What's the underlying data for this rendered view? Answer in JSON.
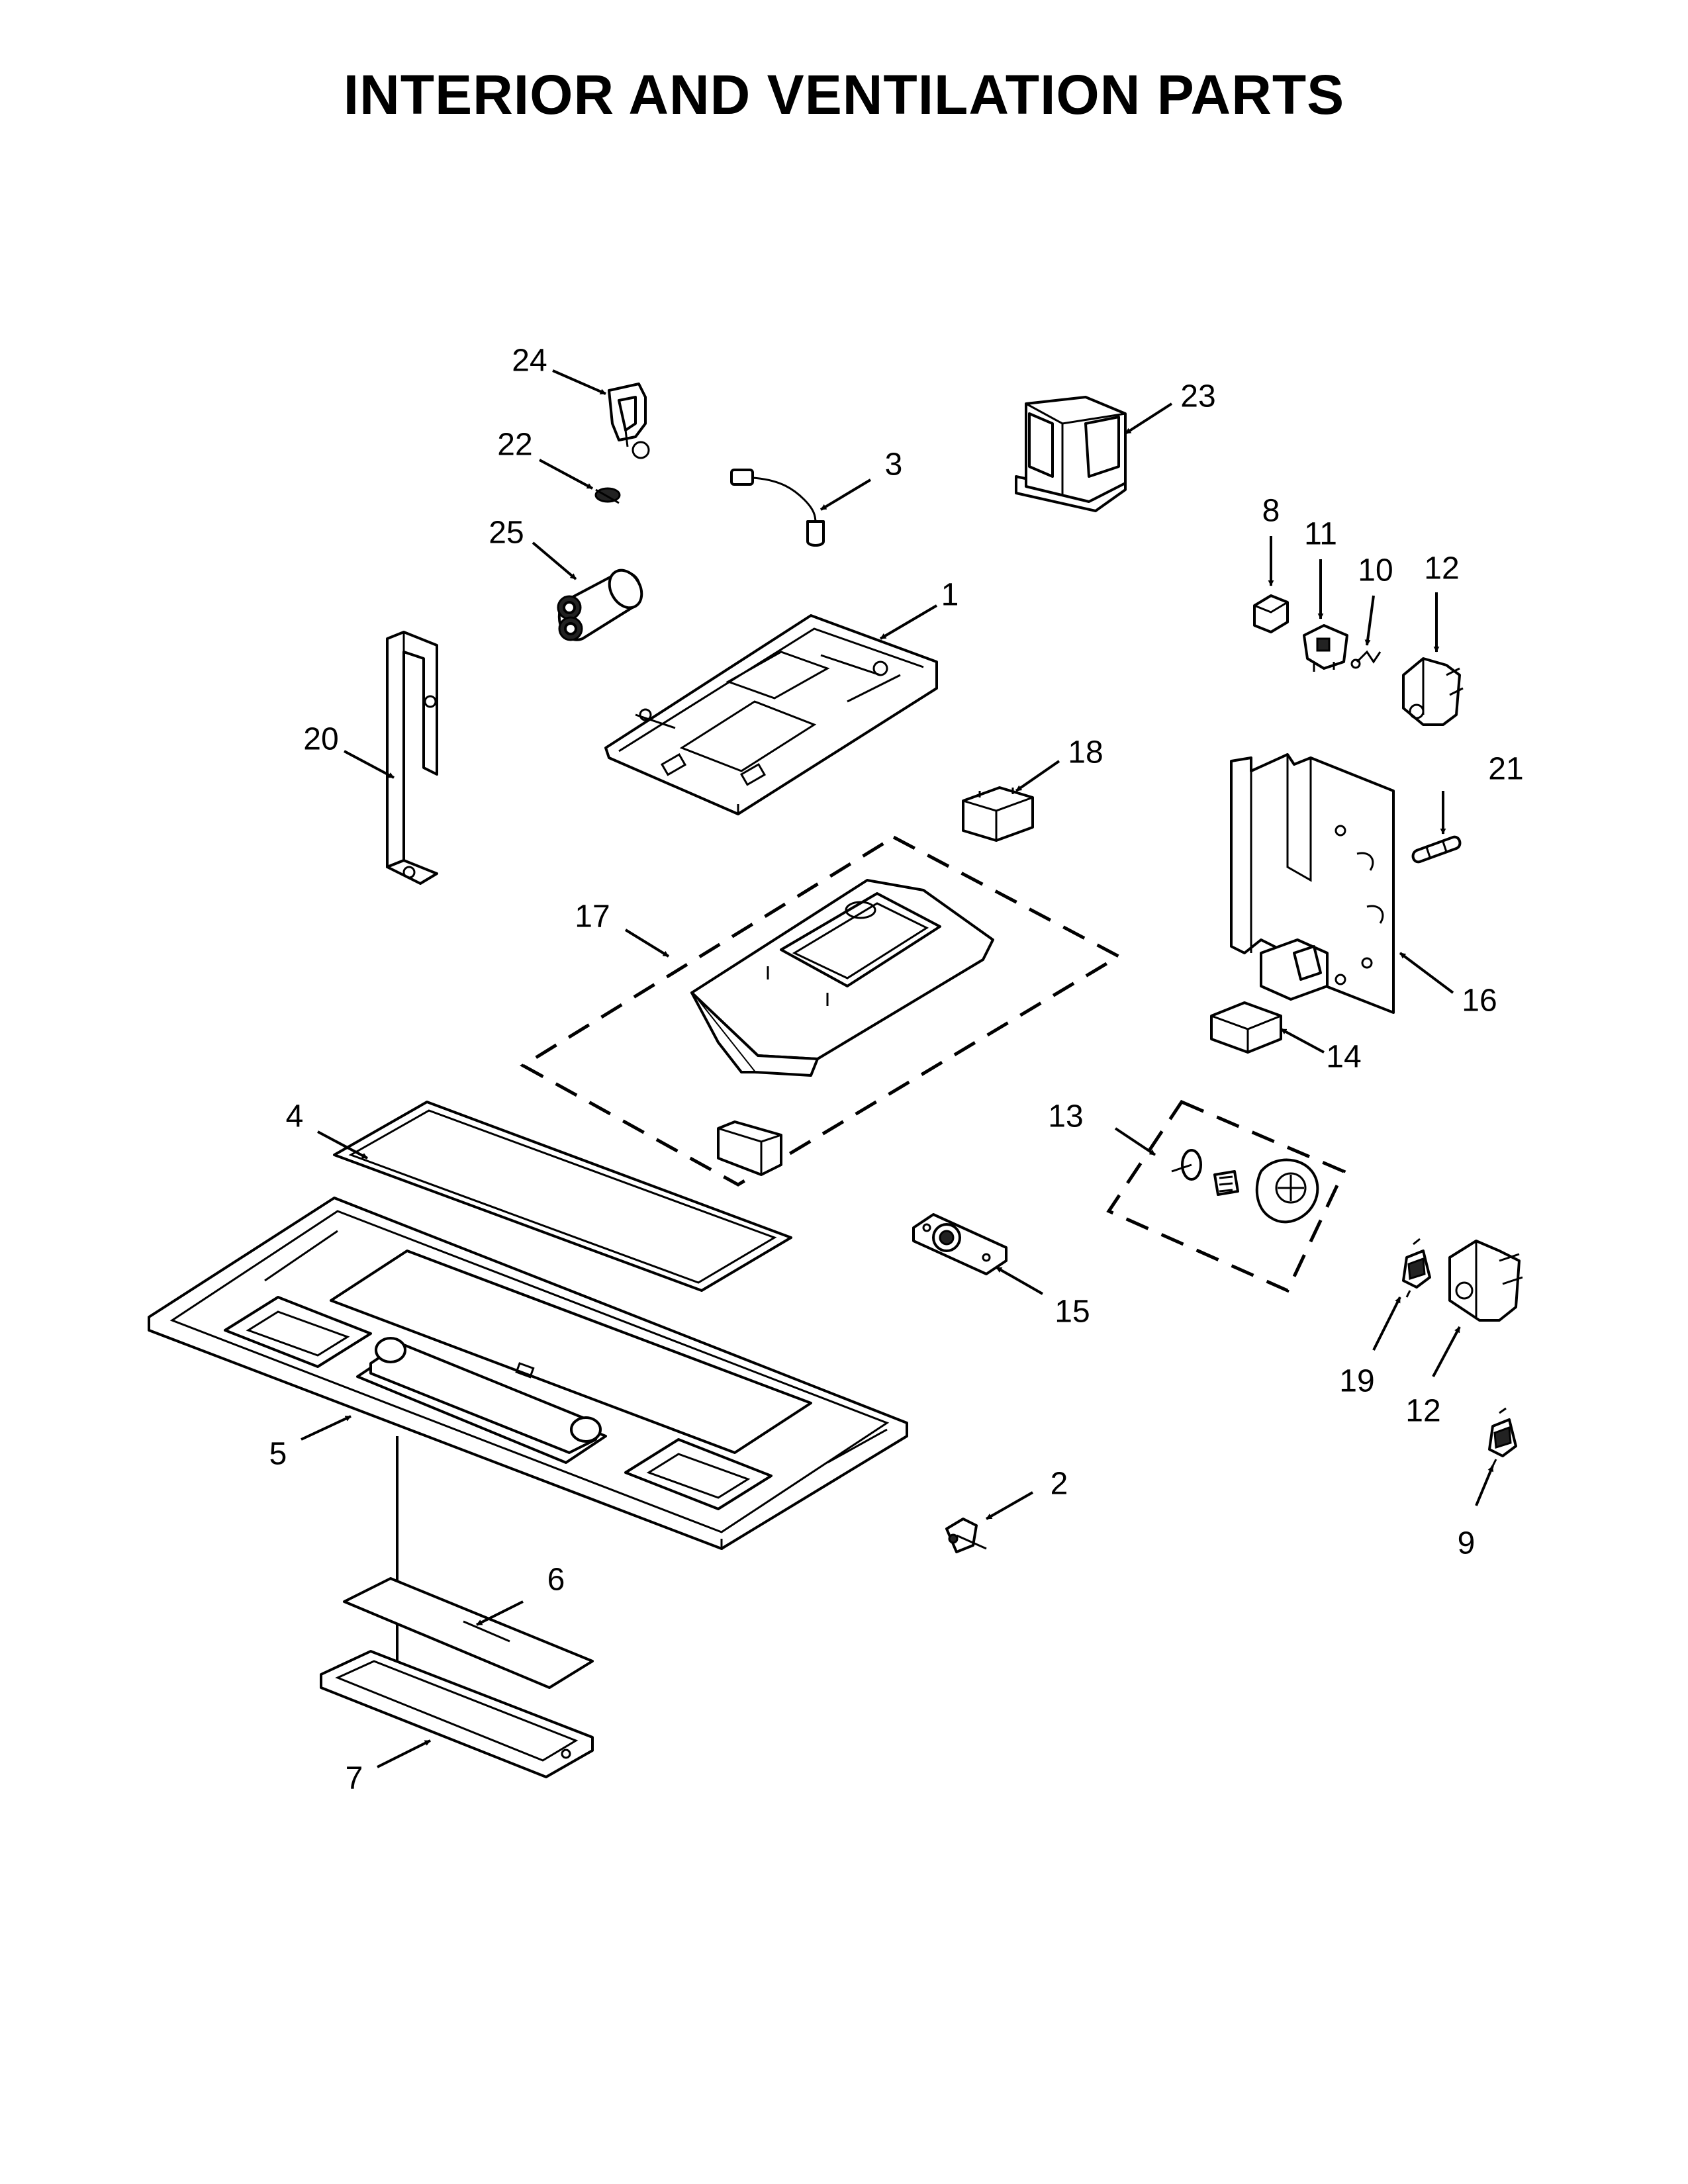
{
  "title": "INTERIOR AND VENTILATION PARTS",
  "callouts": [
    {
      "id": "c1",
      "label": "1"
    },
    {
      "id": "c2",
      "label": "2"
    },
    {
      "id": "c3",
      "label": "3"
    },
    {
      "id": "c4",
      "label": "4"
    },
    {
      "id": "c5",
      "label": "5"
    },
    {
      "id": "c6",
      "label": "6"
    },
    {
      "id": "c7",
      "label": "7"
    },
    {
      "id": "c8",
      "label": "8"
    },
    {
      "id": "c9",
      "label": "9"
    },
    {
      "id": "c10",
      "label": "10"
    },
    {
      "id": "c11",
      "label": "11"
    },
    {
      "id": "c12a",
      "label": "12"
    },
    {
      "id": "c12b",
      "label": "12"
    },
    {
      "id": "c13",
      "label": "13"
    },
    {
      "id": "c14",
      "label": "14"
    },
    {
      "id": "c15",
      "label": "15"
    },
    {
      "id": "c16",
      "label": "16"
    },
    {
      "id": "c17",
      "label": "17"
    },
    {
      "id": "c18",
      "label": "18"
    },
    {
      "id": "c19",
      "label": "19"
    },
    {
      "id": "c20",
      "label": "20"
    },
    {
      "id": "c21",
      "label": "21"
    },
    {
      "id": "c22",
      "label": "22"
    },
    {
      "id": "c23",
      "label": "23"
    },
    {
      "id": "c24",
      "label": "24"
    },
    {
      "id": "c25",
      "label": "25"
    }
  ]
}
